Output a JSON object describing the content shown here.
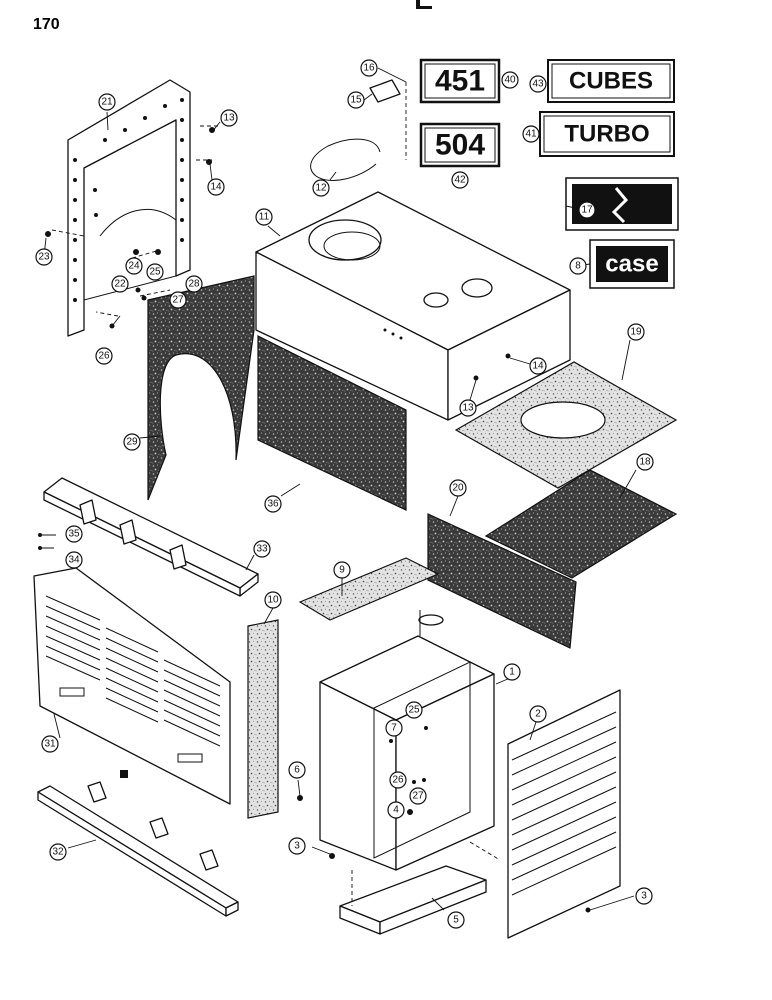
{
  "page": {
    "number": "170"
  },
  "decals": {
    "d451": "451",
    "d504": "504",
    "cubes": "CUBES",
    "turbo": "TURBO",
    "case_logo": "case"
  },
  "callouts": [
    {
      "id": "c1",
      "label": "1"
    },
    {
      "id": "c2",
      "label": "2"
    },
    {
      "id": "c3a",
      "label": "3"
    },
    {
      "id": "c3b",
      "label": "3"
    },
    {
      "id": "c4",
      "label": "4"
    },
    {
      "id": "c5",
      "label": "5"
    },
    {
      "id": "c6",
      "label": "6"
    },
    {
      "id": "c7",
      "label": "7"
    },
    {
      "id": "c8",
      "label": "8"
    },
    {
      "id": "c9",
      "label": "9"
    },
    {
      "id": "c10",
      "label": "10"
    },
    {
      "id": "c11",
      "label": "11"
    },
    {
      "id": "c12",
      "label": "12"
    },
    {
      "id": "c13a",
      "label": "13"
    },
    {
      "id": "c13b",
      "label": "13"
    },
    {
      "id": "c14a",
      "label": "14"
    },
    {
      "id": "c14b",
      "label": "14"
    },
    {
      "id": "c15",
      "label": "15"
    },
    {
      "id": "c16",
      "label": "16"
    },
    {
      "id": "c17",
      "label": "17"
    },
    {
      "id": "c18",
      "label": "18"
    },
    {
      "id": "c19",
      "label": "19"
    },
    {
      "id": "c20",
      "label": "20"
    },
    {
      "id": "c21",
      "label": "21"
    },
    {
      "id": "c22",
      "label": "22"
    },
    {
      "id": "c23",
      "label": "23"
    },
    {
      "id": "c24",
      "label": "24"
    },
    {
      "id": "c25a",
      "label": "25"
    },
    {
      "id": "c25b",
      "label": "25"
    },
    {
      "id": "c26a",
      "label": "26"
    },
    {
      "id": "c26b",
      "label": "26"
    },
    {
      "id": "c27a",
      "label": "27"
    },
    {
      "id": "c27b",
      "label": "27"
    },
    {
      "id": "c28",
      "label": "28"
    },
    {
      "id": "c29",
      "label": "29"
    },
    {
      "id": "c31",
      "label": "31"
    },
    {
      "id": "c32",
      "label": "32"
    },
    {
      "id": "c33",
      "label": "33"
    },
    {
      "id": "c34",
      "label": "34"
    },
    {
      "id": "c35",
      "label": "35"
    },
    {
      "id": "c36",
      "label": "36"
    },
    {
      "id": "c40",
      "label": "40"
    },
    {
      "id": "c41",
      "label": "41"
    },
    {
      "id": "c42",
      "label": "42"
    },
    {
      "id": "c43",
      "label": "43"
    }
  ]
}
